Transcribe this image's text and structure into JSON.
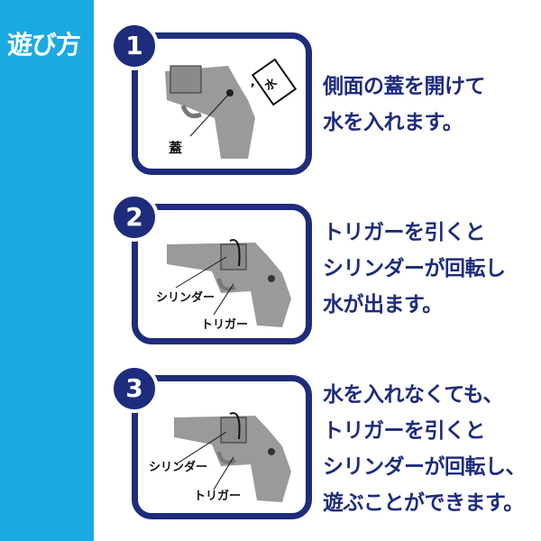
{
  "sidebar": {
    "title": "遊び方"
  },
  "steps": [
    {
      "number": "1",
      "lines": [
        "側面の蓋を開けて",
        "水を入れます。"
      ],
      "labels": {
        "lid": "蓋",
        "water": "水"
      }
    },
    {
      "number": "2",
      "lines": [
        "トリガーを引くと",
        "シリンダーが回転し",
        "水が出ます。"
      ],
      "labels": {
        "cylinder": "シリンダー",
        "trigger": "トリガー"
      }
    },
    {
      "number": "3",
      "lines": [
        "水を入れなくても、",
        "トリガーを引くと",
        "シリンダーが回転し、",
        "遊ぶことができます。"
      ],
      "labels": {
        "cylinder": "シリンダー",
        "trigger": "トリガー"
      }
    }
  ],
  "colors": {
    "accent": "#1ba9e1",
    "navy": "#1e2c7c",
    "gun": "#9a9a9a"
  }
}
